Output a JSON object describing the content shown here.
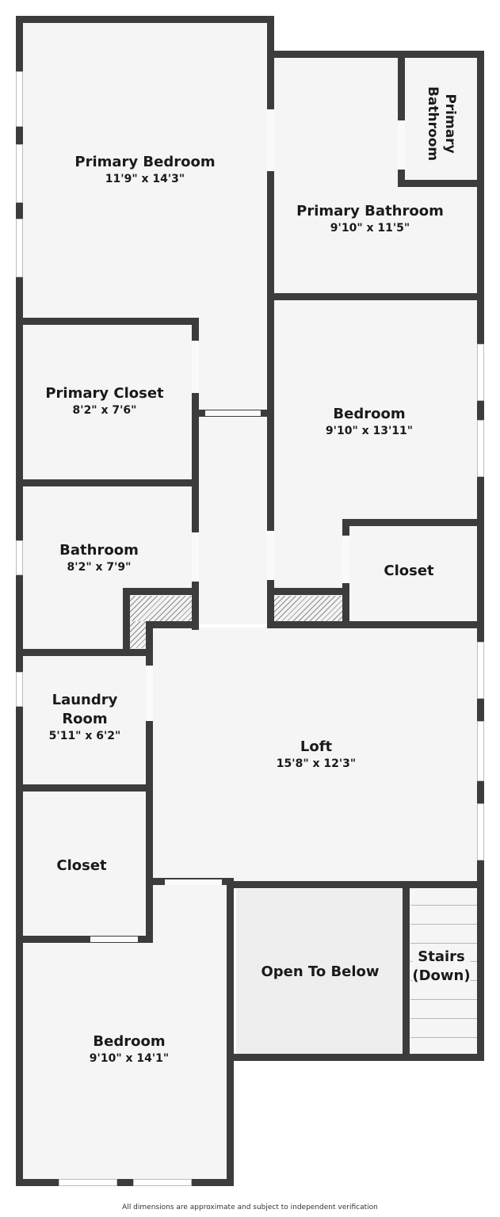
{
  "plan": {
    "rooms": [
      {
        "id": "primary-bedroom",
        "name": "Primary Bedroom",
        "dims": "11'9\" x 14'3\""
      },
      {
        "id": "primary-bathroom-small",
        "name": "Primary Bathroom",
        "dims": ""
      },
      {
        "id": "primary-bathroom",
        "name": "Primary Bathroom",
        "dims": "9'10\" x 11'5\""
      },
      {
        "id": "primary-closet",
        "name": "Primary Closet",
        "dims": "8'2\" x 7'6\""
      },
      {
        "id": "bedroom-2",
        "name": "Bedroom",
        "dims": "9'10\" x 13'11\""
      },
      {
        "id": "bathroom",
        "name": "Bathroom",
        "dims": "8'2\" x 7'9\""
      },
      {
        "id": "closet-right",
        "name": "Closet",
        "dims": ""
      },
      {
        "id": "laundry-room",
        "name": "Laundry Room",
        "name_line1": "Laundry",
        "name_line2": "Room",
        "dims": "5'11\" x 6'2\""
      },
      {
        "id": "loft",
        "name": "Loft",
        "dims": "15'8\" x 12'3\""
      },
      {
        "id": "closet-left",
        "name": "Closet",
        "dims": ""
      },
      {
        "id": "open-to-below",
        "name": "Open To Below",
        "dims": ""
      },
      {
        "id": "stairs",
        "name": "Stairs (Down)",
        "name_line1": "Stairs",
        "name_line2": "(Down)",
        "dims": ""
      },
      {
        "id": "bedroom-3",
        "name": "Bedroom",
        "dims": "9'10\" x 14'1\""
      }
    ],
    "colors": {
      "wall": "#3c3c3c",
      "floor": "#f5f5f5",
      "open_below": "#eeeeee",
      "background": "#ffffff"
    }
  },
  "footer": {
    "disclaimer": "All dimensions are approximate and subject to independent verification"
  }
}
